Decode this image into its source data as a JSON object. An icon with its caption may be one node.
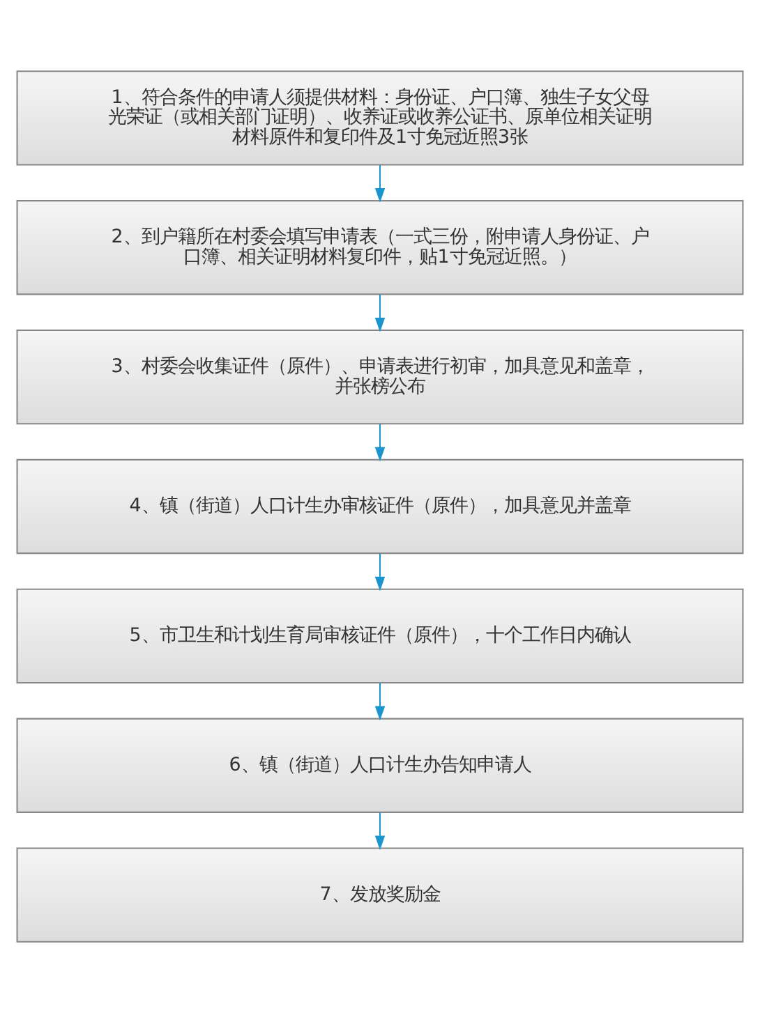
{
  "diagram": {
    "nodes": [
      {
        "text": [
          "1、符合条件的申请人须提供材料：身份证、户口簿、独生子女父母光荣证（或相关部门证明）、收养证或收养公证书、原单位相关证明材料原件和复印件及1寸免冠近照3张"
        ]
      },
      {
        "text": [
          "2、到户籍所在村委会填写申请表（一式三份，附申请人身份证、户口簿、相关证明材料复印件，贴1寸免冠近照。）"
        ]
      },
      {
        "text": [
          "3、村委会收集证件（原件）、申请表进行初审，加具意见和盖章，并张榜公布"
        ]
      },
      {
        "text": [
          "4、镇（街道）人口计生办审核证件（原件），加具意见并盖章"
        ]
      },
      {
        "text": [
          "5、市卫生和计划生育局审核证件（原件），十个工作日内确认"
        ]
      },
      {
        "text": [
          "6、镇（街道）人口计生办告知申请人"
        ]
      },
      {
        "text": [
          "7、发放奖励金"
        ]
      }
    ],
    "edges": [
      {
        "from": 0,
        "to": 1,
        "arrow": "to"
      },
      {
        "from": 1,
        "to": 2,
        "arrow": "to"
      },
      {
        "from": 2,
        "to": 3,
        "arrow": "to"
      },
      {
        "from": 3,
        "to": 4,
        "arrow": "to"
      },
      {
        "from": 4,
        "to": 5,
        "arrow": "to"
      },
      {
        "from": 5,
        "to": 6,
        "arrow": "to"
      }
    ]
  }
}
